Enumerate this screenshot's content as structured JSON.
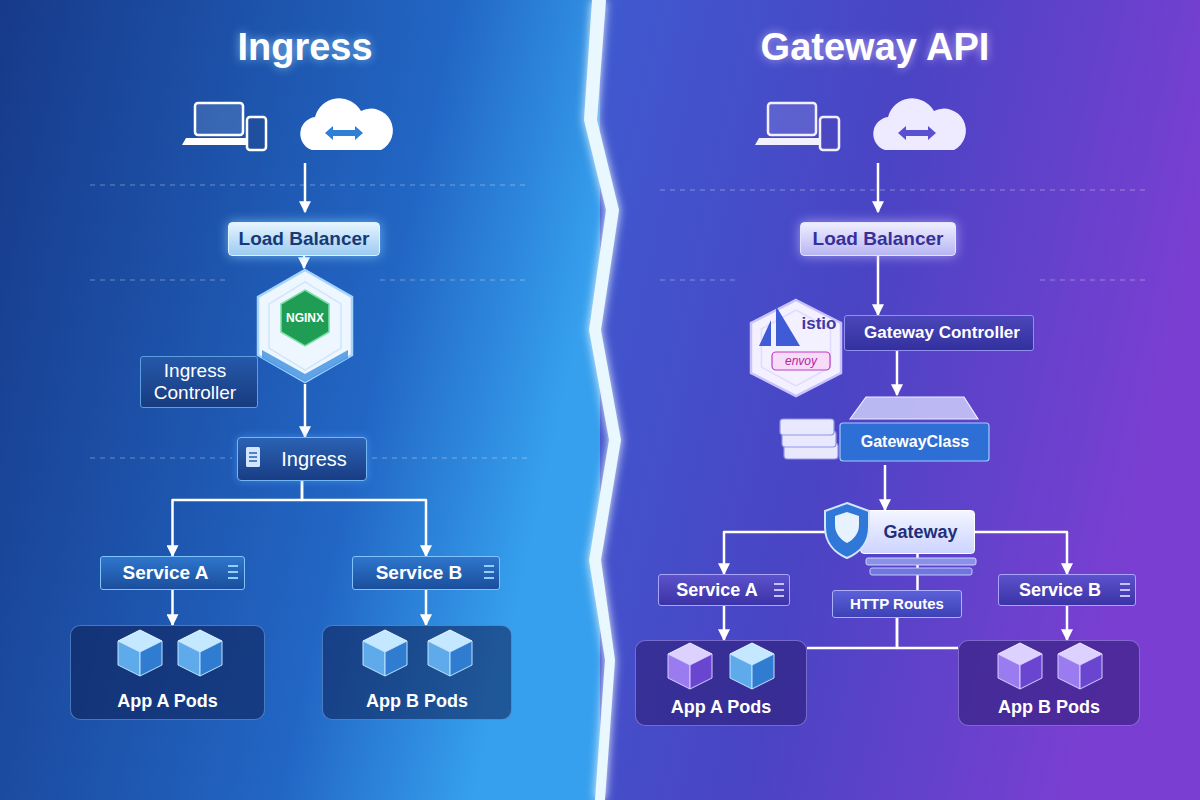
{
  "diagram": {
    "nodes": [
      {
        "text": [
          "Load Balancer"
        ]
      },
      {
        "text": [
          "Ingress Controller"
        ]
      },
      {
        "text": [
          "Ingress"
        ]
      },
      {
        "text": [
          "Service A"
        ]
      },
      {
        "text": [
          "Service B"
        ]
      },
      {
        "text": [
          "App A Pods"
        ]
      },
      {
        "text": [
          "App B Pods"
        ]
      },
      {
        "text": [
          "Load Balancer"
        ]
      },
      {
        "text": [
          "Gateway Controller"
        ]
      },
      {
        "text": [
          "GatewayClass"
        ]
      },
      {
        "text": [
          "Gateway"
        ]
      },
      {
        "text": [
          "Service A"
        ]
      },
      {
        "text": [
          "HTTP Routes"
        ]
      },
      {
        "text": [
          "Service B"
        ]
      },
      {
        "text": [
          "App A Pods"
        ]
      },
      {
        "text": [
          "App B Pods"
        ]
      }
    ],
    "edges": [
      {
        "from": 0,
        "to": 1,
        "arrow": "to"
      },
      {
        "from": 1,
        "to": 2,
        "arrow": "to"
      },
      {
        "from": 2,
        "to": 3,
        "arrow": "to"
      },
      {
        "from": 2,
        "to": 4,
        "arrow": "to"
      },
      {
        "from": 3,
        "to": 5,
        "arrow": "to"
      },
      {
        "from": 4,
        "to": 6,
        "arrow": "to"
      },
      {
        "from": 7,
        "to": 8,
        "arrow": "to"
      },
      {
        "from": 8,
        "to": 9,
        "arrow": "to"
      },
      {
        "from": 9,
        "to": 10,
        "arrow": "to"
      },
      {
        "from": 10,
        "to": 11,
        "arrow": "to"
      },
      {
        "from": 10,
        "to": 13,
        "arrow": "to"
      },
      {
        "from": 10,
        "to": 12,
        "arrow": "none"
      },
      {
        "from": 11,
        "to": 14,
        "arrow": "to"
      },
      {
        "from": 13,
        "to": 15,
        "arrow": "to"
      },
      {
        "from": 12,
        "to": 14,
        "arrow": "none"
      },
      {
        "from": 12,
        "to": 15,
        "arrow": "none"
      }
    ],
    "labels": [
      "Ingress",
      "Gateway API",
      "NGINX",
      "istio",
      "envoy"
    ]
  }
}
